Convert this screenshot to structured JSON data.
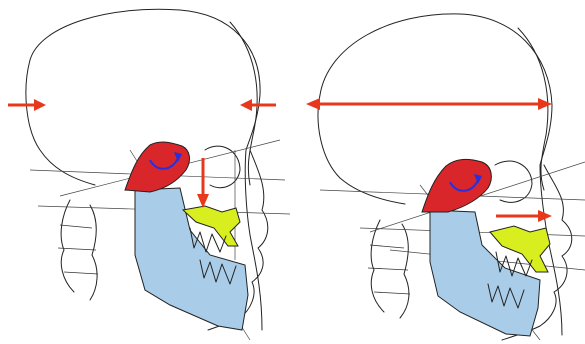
{
  "panels": [
    {
      "id": "left",
      "arrows": [
        "skull-width-narrow-arrows",
        "maxilla-down-arrow"
      ],
      "rotation": "counterclockwise"
    },
    {
      "id": "right",
      "arrows": [
        "skull-width-wide-arrow",
        "maxilla-forward-arrow"
      ],
      "rotation": "clockwise"
    }
  ],
  "colors": {
    "arrow": "#e8381b",
    "sphenoid": "#d8262a",
    "mandible": "#a9cde8",
    "maxilla": "#d9ee1f",
    "rotation_arrow": "#2a2fd9",
    "line": "#222222"
  }
}
